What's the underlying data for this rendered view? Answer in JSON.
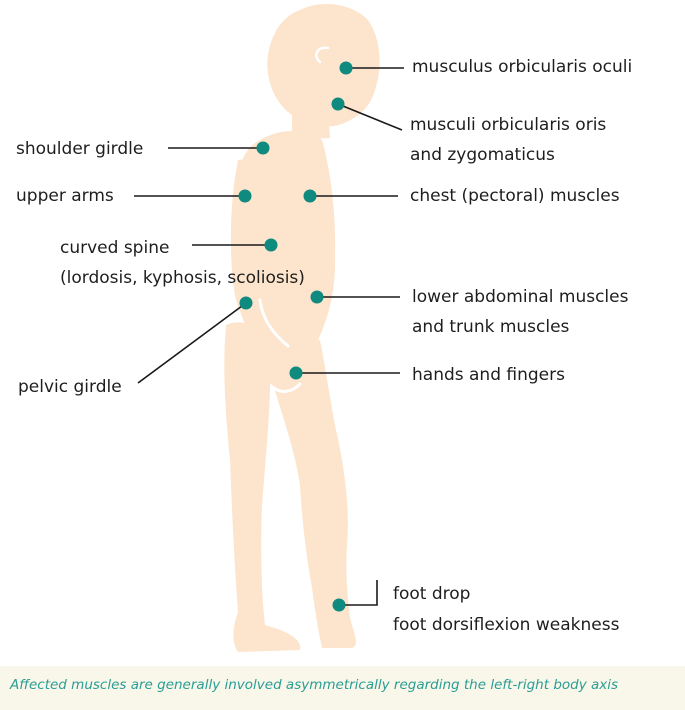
{
  "colors": {
    "body": "#fde4cc",
    "body_outline": "#ffffff",
    "marker": "#0e8a7e",
    "leader_line": "#1a1a1a",
    "label_text": "#1e1e1e",
    "caption_bg": "#f8f7e9",
    "caption_text": "#2a9d94"
  },
  "labels": {
    "oculi": "musculus orbicularis oculi",
    "oris_1": "musculi orbicularis oris",
    "oris_2": "and zygomaticus",
    "shoulder": "shoulder girdle",
    "upper_arms": "upper arms",
    "chest": "chest (pectoral) muscles",
    "spine_1": "curved spine",
    "spine_2": "(lordosis, kyphosis, scoliosis)",
    "abdominal_1": "lower abdominal muscles",
    "abdominal_2": "and trunk muscles",
    "pelvic": "pelvic girdle",
    "hands": "hands and fingers",
    "foot_1": "foot drop",
    "foot_2": "foot dorsiflexion weakness"
  },
  "caption": "Affected muscles are generally involved asymmetrically regarding the left-right body axis"
}
